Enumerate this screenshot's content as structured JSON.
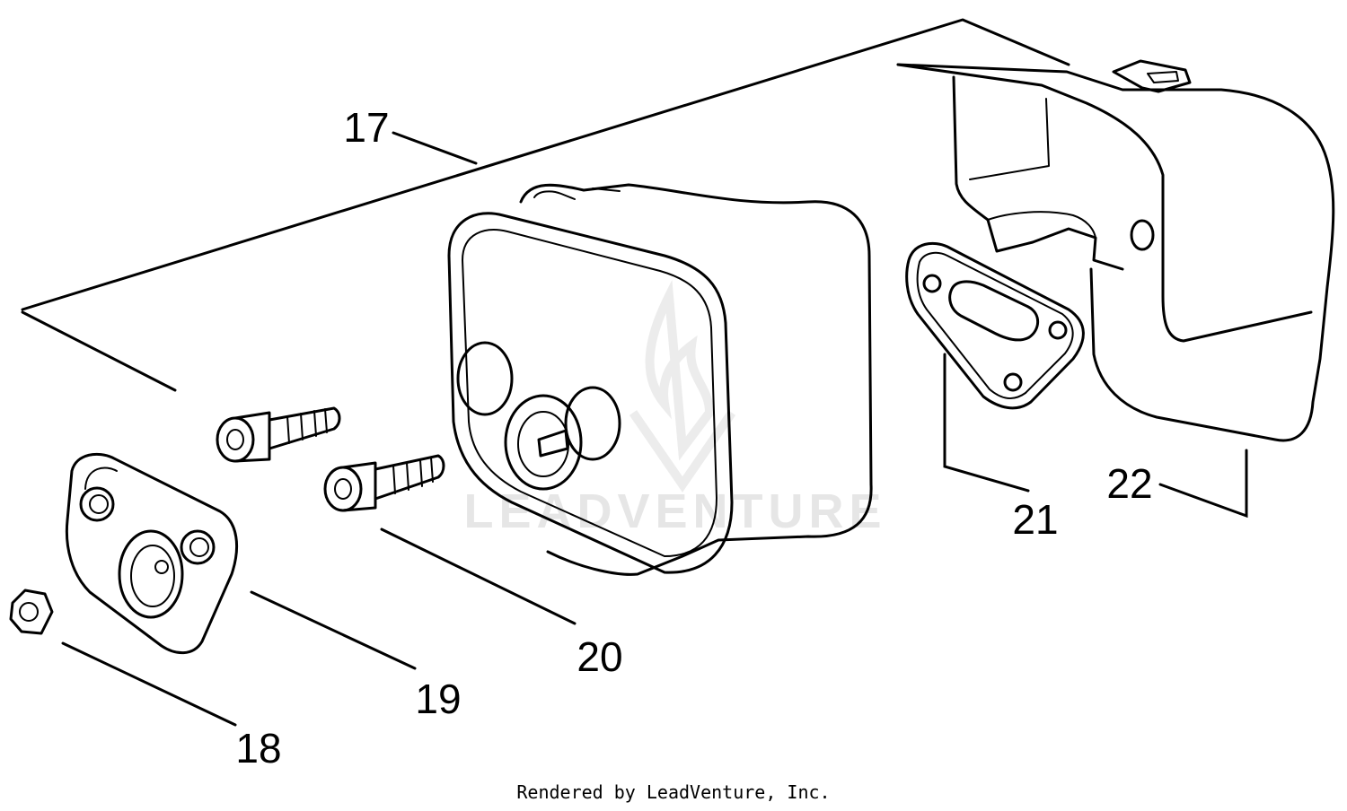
{
  "watermark": {
    "text": "LEADVENTURE"
  },
  "credit": {
    "text": "Rendered by LeadVenture, Inc."
  },
  "callouts": [
    {
      "id": "17",
      "label": "17"
    },
    {
      "id": "18",
      "label": "18"
    },
    {
      "id": "19",
      "label": "19"
    },
    {
      "id": "20",
      "label": "20"
    },
    {
      "id": "21",
      "label": "21"
    },
    {
      "id": "22",
      "label": "22"
    }
  ],
  "icons": {
    "watermark_logo": "leadventure-flame-logo-icon"
  }
}
